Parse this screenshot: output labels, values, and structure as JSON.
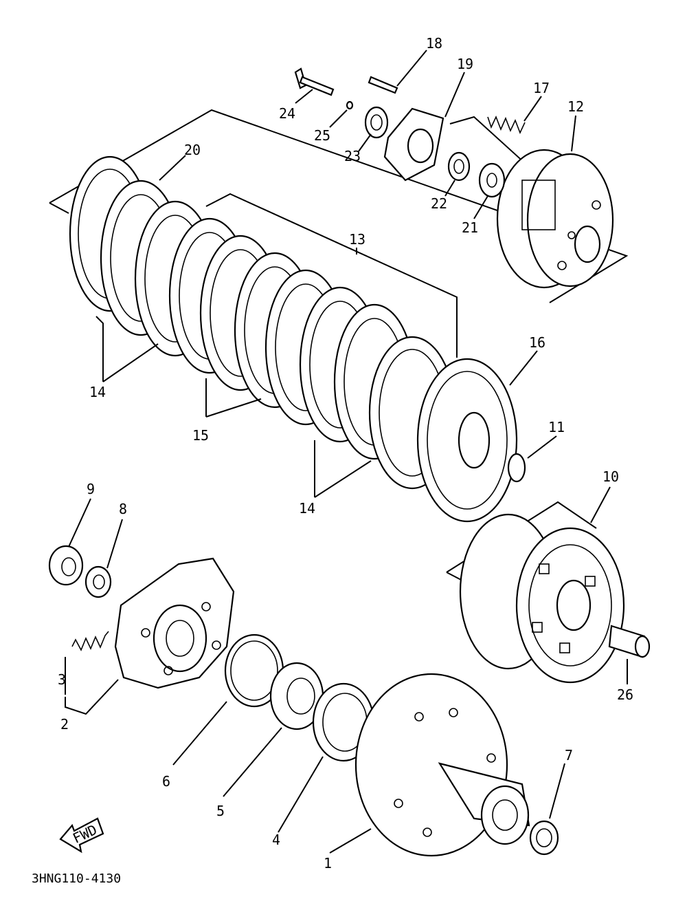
{
  "diagram_code": "3HNG110-4130",
  "fwd_label": "FWD",
  "callouts": {
    "c1": "1",
    "c2": "2",
    "c3": "3",
    "c4": "4",
    "c5": "5",
    "c6": "6",
    "c7": "7",
    "c8": "8",
    "c9": "9",
    "c10": "10",
    "c11": "11",
    "c12": "12",
    "c13": "13",
    "c14a": "14",
    "c14b": "14",
    "c15": "15",
    "c16": "16",
    "c17": "17",
    "c18": "18",
    "c19": "19",
    "c20": "20",
    "c21": "21",
    "c22": "22",
    "c23": "23",
    "c24": "24",
    "c25": "25",
    "c26": "26"
  }
}
